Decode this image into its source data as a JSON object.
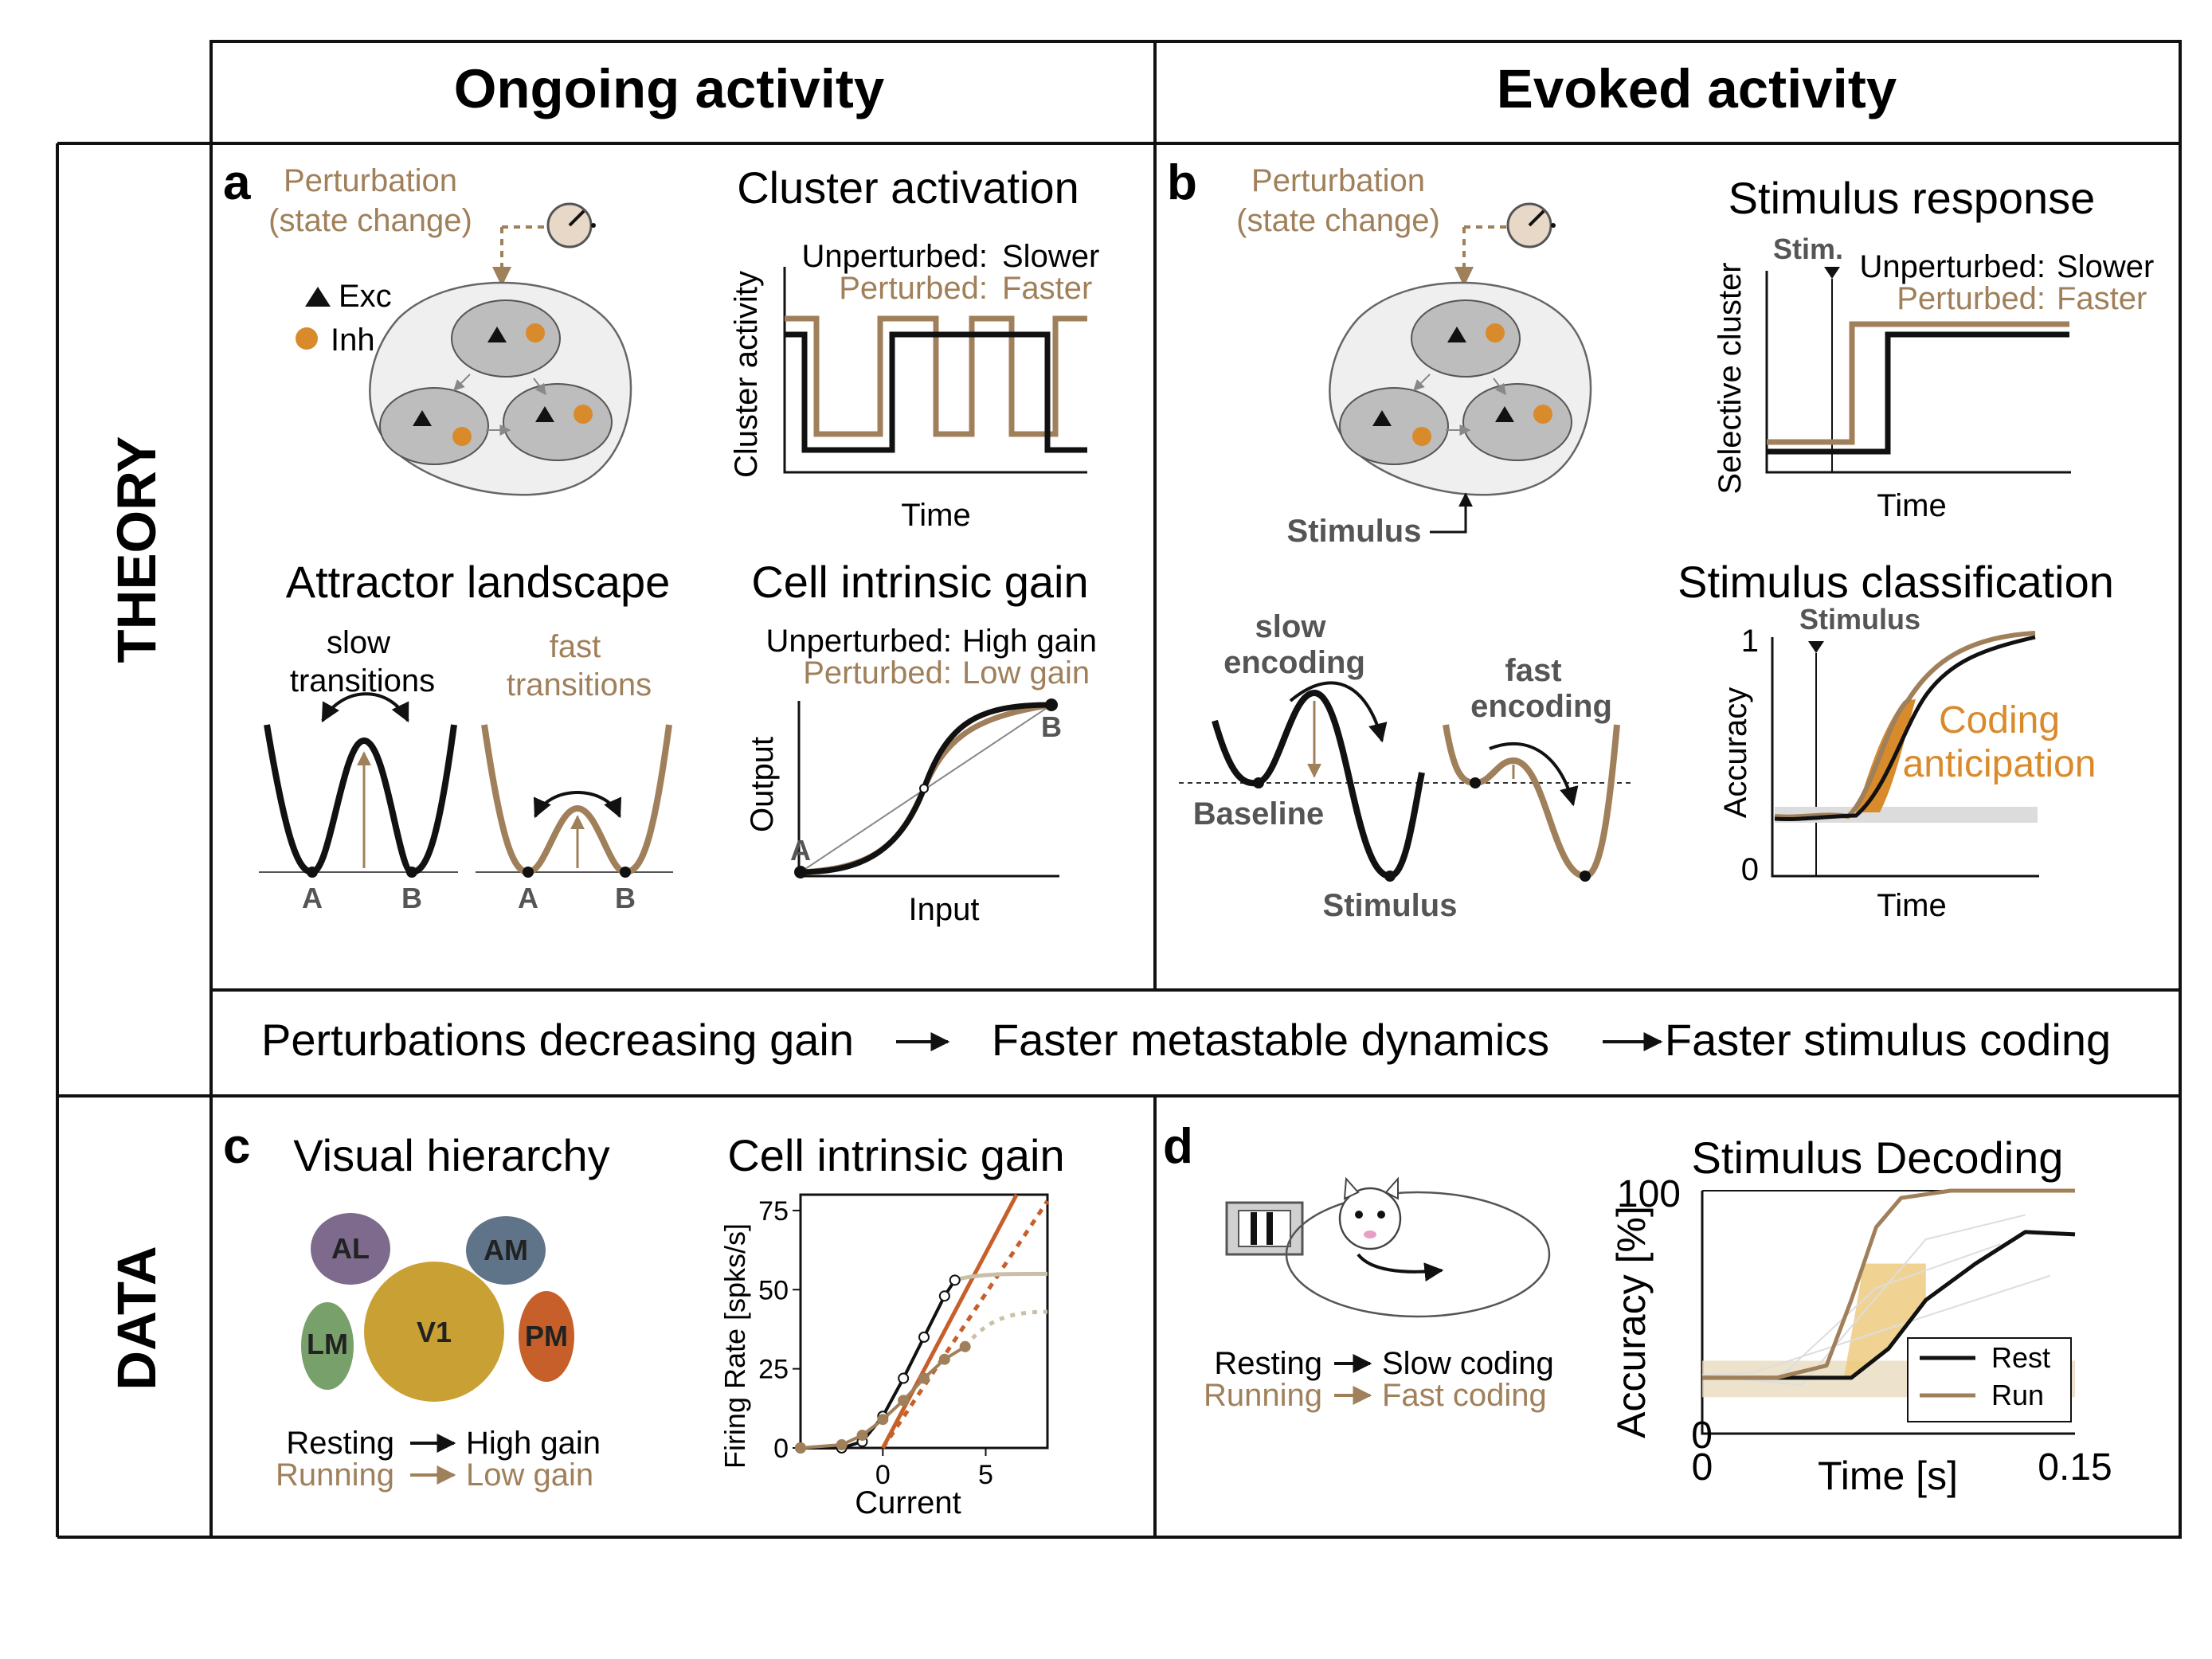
{
  "headers": {
    "left": "Ongoing activity",
    "right": "Evoked activity"
  },
  "sections": {
    "theory": "THEORY",
    "data": "DATA"
  },
  "panel_labels": {
    "a": "a",
    "b": "b",
    "c": "c",
    "d": "d"
  },
  "colors": {
    "black": "#111111",
    "brown": "#a0805a",
    "orange": "#d98a2b",
    "gray": "#555555",
    "gold": "#c9a033"
  },
  "panel_a": {
    "perturbation_line1": "Perturbation",
    "perturbation_line2": "(state change)",
    "exc_label": "Exc",
    "inh_label": "Inh",
    "cluster_activation": {
      "title": "Cluster activation",
      "unperturbed": "Unperturbed:",
      "unperturbed_value": "Slower",
      "perturbed": "Perturbed:",
      "perturbed_value": "Faster",
      "ylabel": "Cluster activity",
      "xlabel": "Time"
    },
    "attractor": {
      "title": "Attractor landscape",
      "slow_line1": "slow",
      "slow_line2": "transitions",
      "fast_line1": "fast",
      "fast_line2": "transitions",
      "state_a": "A",
      "state_b": "B"
    },
    "gain": {
      "title": "Cell intrinsic gain",
      "unperturbed": "Unperturbed:",
      "unperturbed_value": "High gain",
      "perturbed": "Perturbed:",
      "perturbed_value": "Low gain",
      "ylabel": "Output",
      "xlabel": "Input",
      "point_a": "A",
      "point_b": "B"
    }
  },
  "panel_b": {
    "perturbation_line1": "Perturbation",
    "perturbation_line2": "(state change)",
    "stimulus_label": "Stimulus",
    "response": {
      "title": "Stimulus response",
      "stim": "Stim.",
      "unperturbed": "Unperturbed:",
      "unperturbed_value": "Slower",
      "perturbed": "Perturbed:",
      "perturbed_value": "Faster",
      "ylabel": "Selective cluster",
      "xlabel": "Time"
    },
    "encoding": {
      "slow_line1": "slow",
      "slow_line2": "encoding",
      "fast_line1": "fast",
      "fast_line2": "encoding",
      "baseline": "Baseline",
      "stimulus": "Stimulus"
    },
    "classification": {
      "title": "Stimulus classification",
      "stimulus": "Stimulus",
      "ylabel": "Accuracy",
      "xlabel": "Time",
      "y1": "1",
      "y0": "0",
      "coding_line1": "Coding",
      "coding_line2": "anticipation"
    }
  },
  "summary": {
    "part1": "Perturbations decreasing gain",
    "part2": "Faster metastable dynamics",
    "part3": "Faster stimulus coding"
  },
  "panel_c": {
    "title": "Visual hierarchy",
    "areas": [
      "AL",
      "AM",
      "V1",
      "LM",
      "PM"
    ],
    "resting": "Resting",
    "resting_result": "High gain",
    "running": "Running",
    "running_result": "Low gain",
    "gain_chart": {
      "title": "Cell intrinsic gain",
      "ylabel": "Firing Rate [spks/s]",
      "xlabel": "Current",
      "yticks": [
        "0",
        "25",
        "50",
        "75"
      ],
      "xticks": [
        "0",
        "5"
      ]
    }
  },
  "panel_d": {
    "resting": "Resting",
    "resting_result": "Slow coding",
    "running": "Running",
    "running_result": "Fast coding",
    "decoding": {
      "title": "Stimulus Decoding",
      "ylabel": "Accuracy [%]",
      "xlabel": "Time [s]",
      "y_top": "100",
      "y_bottom": "0",
      "x_left": "0",
      "x_right": "0.15",
      "legend_rest": "Rest",
      "legend_run": "Run"
    }
  },
  "chart_data": [
    {
      "type": "line",
      "title": "Cell intrinsic gain",
      "xlabel": "Current",
      "ylabel": "Firing Rate [spks/s]",
      "xlim": [
        -4,
        8
      ],
      "ylim": [
        0,
        80
      ],
      "series": [
        {
          "x": [
            -4,
            -2,
            -1,
            0,
            1,
            2,
            3,
            3.5
          ],
          "y": [
            0,
            0,
            2,
            10,
            22,
            35,
            48,
            53
          ]
        },
        {
          "x": [
            -4,
            -2,
            -1,
            0,
            1,
            2,
            3,
            4
          ],
          "y": [
            0,
            1,
            4,
            9,
            15,
            22,
            28,
            32
          ]
        }
      ]
    },
    {
      "type": "line",
      "title": "Stimulus Decoding",
      "xlabel": "Time [s]",
      "ylabel": "Accuracy [%]",
      "xlim": [
        0,
        0.15
      ],
      "ylim": [
        0,
        100
      ],
      "series": [
        {
          "name": "Rest",
          "x": [
            0,
            0.03,
            0.06,
            0.075,
            0.09,
            0.11,
            0.13,
            0.15
          ],
          "y": [
            23,
            23,
            23,
            35,
            55,
            70,
            83,
            82
          ]
        },
        {
          "name": "Run",
          "x": [
            0,
            0.03,
            0.05,
            0.06,
            0.07,
            0.08,
            0.1,
            0.15
          ],
          "y": [
            23,
            23,
            28,
            55,
            85,
            97,
            100,
            100
          ]
        }
      ]
    }
  ]
}
